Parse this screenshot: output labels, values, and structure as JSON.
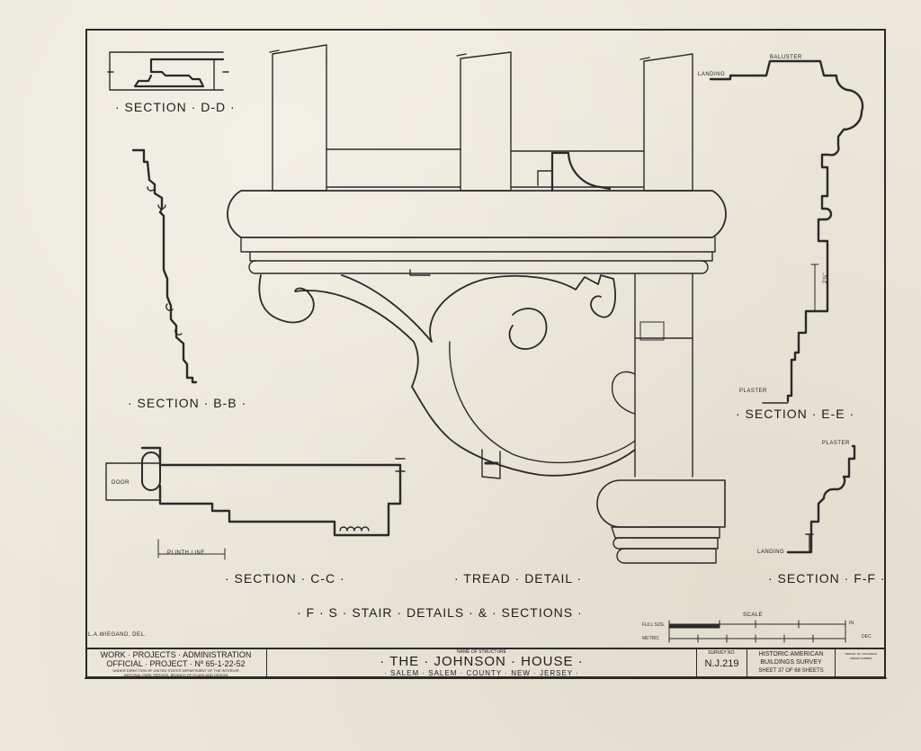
{
  "sections": {
    "dd": "· SECTION · D-D ·",
    "bb": "· SECTION · B-B ·",
    "cc": "· SECTION · C-C ·",
    "ee": "· SECTION · E-E ·",
    "ff": "· SECTION · F-F ·",
    "tread": "· TREAD · DETAIL ·"
  },
  "sheet_title": "· F · S · STAIR · DETAILS · & · SECTIONS ·",
  "callouts": {
    "baluster": "BALUSTER",
    "landing_top": "LANDING",
    "plaster_ee": "PLASTER",
    "plaster_ff": "PLASTER",
    "landing_ff": "LANDING",
    "door": "DOOR",
    "plinth": "PLINTH LINE",
    "dim_ee": "2¾\""
  },
  "delineator": "L.A.WIEGAND, DEL.",
  "scale": {
    "label": "SCALE",
    "full_size": "FULL SIZE",
    "metric": "METRIC",
    "in_unit": "IN.",
    "dec_unit": "DEC."
  },
  "titleblock": {
    "wpa_line1": "WORK · PROJECTS · ADMINISTRATION",
    "wpa_line2": "OFFICIAL · PROJECT · Nº 65-1-22-52",
    "wpa_line3": "UNDER DIRECTION OF UNITED STATES DEPARTMENT OF THE INTERIOR",
    "wpa_line4": "NATIONAL PARK SERVICE, BRANCH OF PLANS AND DESIGN",
    "name_caption": "NAME OF STRUCTURE",
    "name": "· THE · JOHNSON · HOUSE ·",
    "location": "· SALEM · SALEM · COUNTY · NEW · JERSEY ·",
    "survey_caption": "SURVEY NO.",
    "survey_no": "N.J.219",
    "habs_line1": "HISTORIC AMERICAN",
    "habs_line2": "BUILDINGS SURVEY",
    "sheet_line": "SHEET 37 OF 68 SHEETS",
    "stamp_line1": "LIBRARY OF CONGRESS",
    "stamp_line2": "ORDER NUMBER"
  }
}
